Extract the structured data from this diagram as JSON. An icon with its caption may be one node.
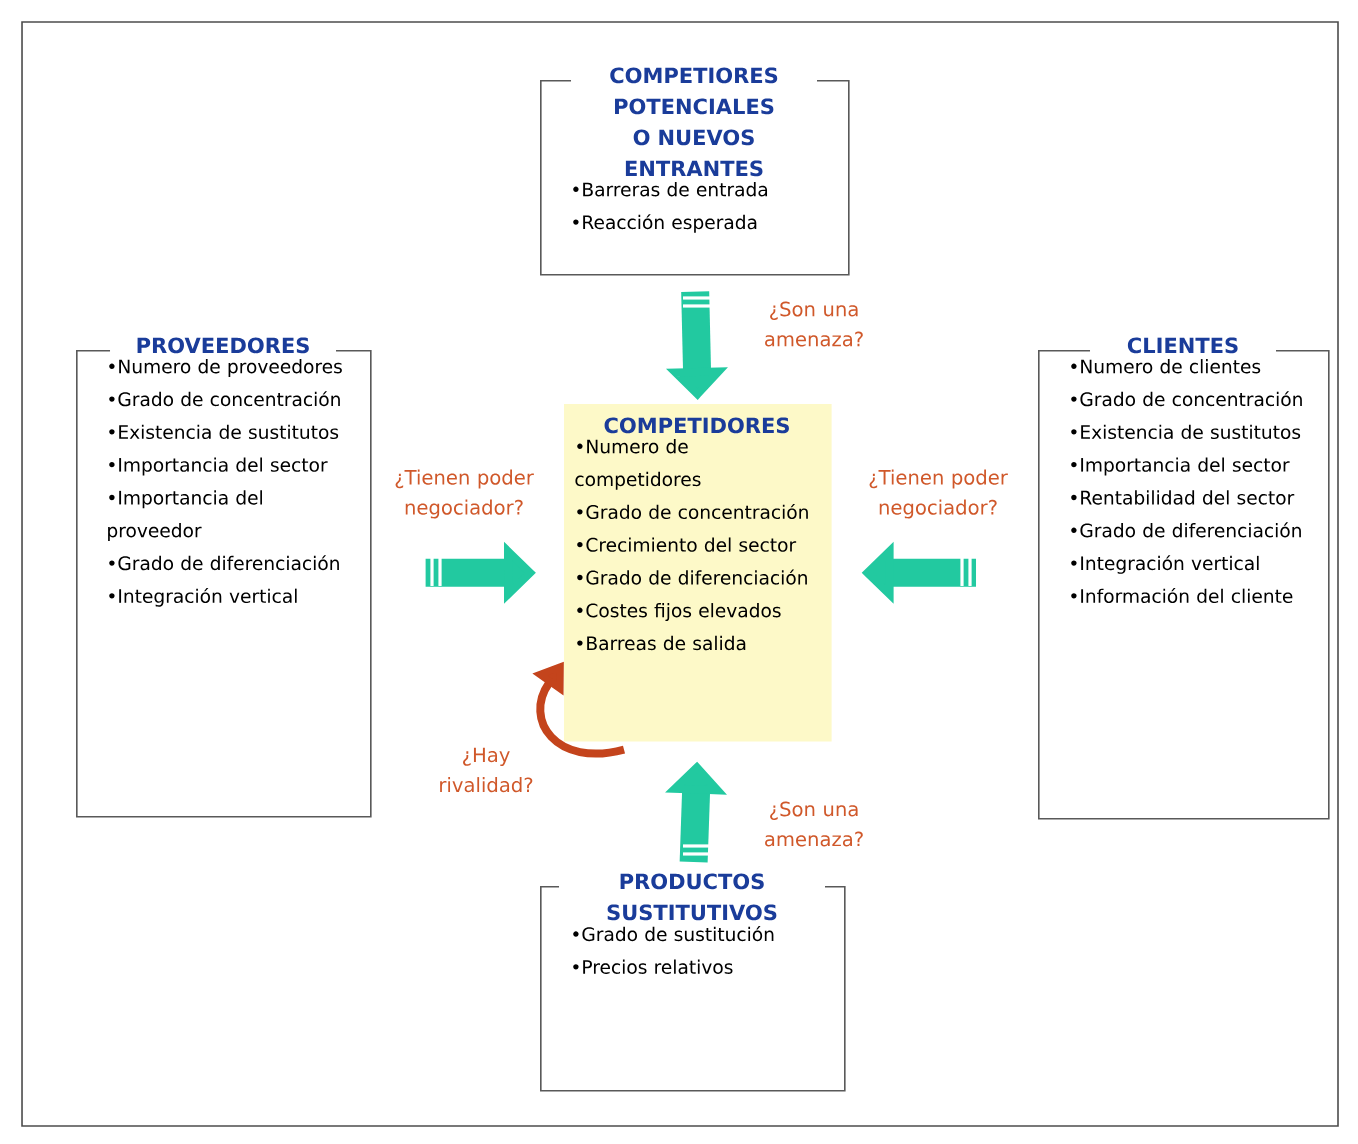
{
  "diagram": {
    "nodes": [
      {
        "text": [
          "COMPETIORES POTENCIALES O NUEVOS ENTRANTES",
          "•Barreras de entrada",
          "•Reacción esperada"
        ]
      },
      {
        "text": [
          "PROVEEDORES",
          "•Numero de proveedores",
          "•Grado de concentración",
          "•Existencia de sustitutos",
          "•Importancia del sector",
          "•Importancia del proveedor",
          "•Grado de diferenciación",
          "•Integración vertical"
        ]
      },
      {
        "text": [
          "COMPETIDORES",
          "•Numero de competidores",
          "•Grado de concentración",
          "•Crecimiento del sector",
          "•Grado de diferenciación",
          "•Costes fijos elevados",
          "•Barreas de salida"
        ]
      },
      {
        "text": [
          "CLIENTES",
          "•Numero de clientes",
          "•Grado de concentración",
          "•Existencia de sustitutos",
          "•Importancia del sector",
          "•Rentabilidad del sector",
          "•Grado de diferenciación",
          "•Integración vertical",
          "•Información del cliente"
        ]
      },
      {
        "text": [
          "PRODUCTOS SUSTITUTIVOS",
          "•Grado de sustitución",
          "•Precios relativos"
        ]
      }
    ],
    "edges": [
      {
        "from": 0,
        "to": 2,
        "arrow": "to",
        "label": "¿Son una amenaza?"
      },
      {
        "from": 1,
        "to": 2,
        "arrow": "to",
        "label": "¿Tienen poder negociador?"
      },
      {
        "from": 3,
        "to": 2,
        "arrow": "to",
        "label": "¿Tienen poder negociador?"
      },
      {
        "from": 4,
        "to": 2,
        "arrow": "to",
        "label": "¿Son una amenaza?"
      },
      {
        "from": 2,
        "to": 2,
        "arrow": "to",
        "label": "¿Hay rivalidad?",
        "color": "#c4441c"
      }
    ]
  }
}
